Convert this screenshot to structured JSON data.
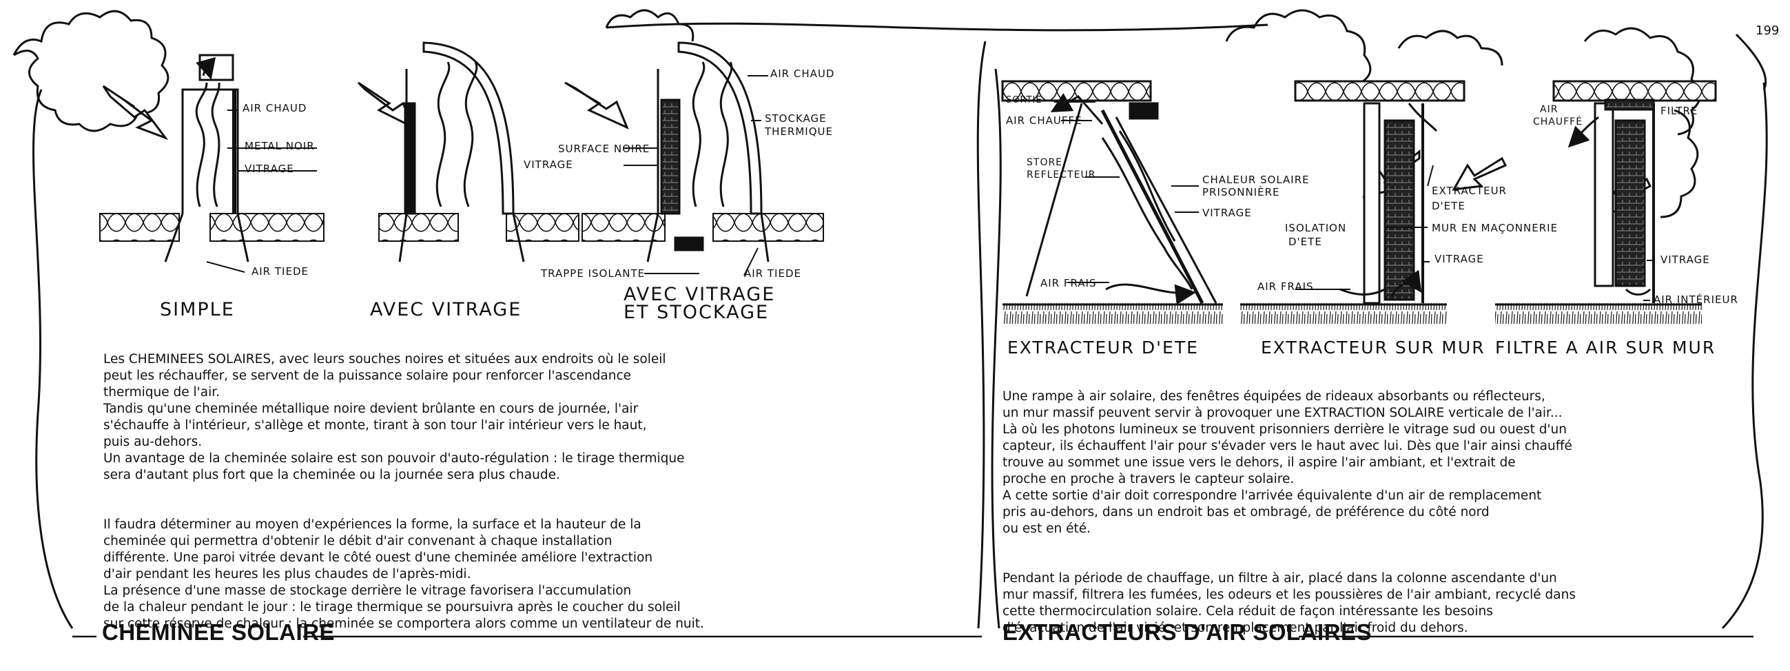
{
  "page_number": "199",
  "left": {
    "title": "CHEMINEE SOLAIRE",
    "captions": {
      "simple": "SIMPLE",
      "avec_vitrage": "AVEC VITRAGE",
      "avec_stockage_1": "AVEC VITRAGE",
      "avec_stockage_2": "ET STOCKAGE"
    },
    "labels": {
      "air_chaud_1": "AIR CHAUD",
      "metal_noir": "METAL NOIR",
      "vitrage_1": "VITRAGE",
      "air_tiede_1": "AIR TIEDE",
      "air_chaud_2": "AIR CHAUD",
      "stockage_thermique_1": "STOCKAGE",
      "stockage_thermique_2": "THERMIQUE",
      "surface_noire": "SURFACE NOIRE",
      "vitrage_2": "VITRAGE",
      "trappe_isolante": "TRAPPE ISOLANTE",
      "air_tiede_2": "AIR TIEDE"
    },
    "paragraphs": [
      "Les CHEMINEES SOLAIRES, avec leurs souches noires et situées aux endroits où le soleil\npeut les réchauffer, se servent de la puissance solaire pour renforcer l'ascendance\nthermique de l'air.\nTandis qu'une cheminée métallique noire devient brûlante en cours de journée, l'air\ns'échauffe à l'intérieur, s'allège et monte, tirant à son tour l'air intérieur vers le haut,\npuis au-dehors.\nUn avantage de la cheminée solaire est son pouvoir d'auto-régulation : le tirage thermique\nsera d'autant plus fort que la cheminée ou la journée sera plus chaude.",
      "Il faudra déterminer au moyen d'expériences la forme, la surface et la hauteur de la\ncheminée qui permettra d'obtenir le débit d'air convenant à chaque installation\ndifférente. Une paroi vitrée devant le côté ouest d'une cheminée améliore l'extraction\nd'air pendant les heures les plus chaudes de l'après-midi.\nLa présence d'une masse de stockage derrière le vitrage favorisera l'accumulation\nde la chaleur pendant le jour : le tirage thermique se poursuivra après le coucher du soleil\nsur cette réserve de chaleur ; la cheminée se comportera alors comme un ventilateur de nuit."
    ]
  },
  "right": {
    "title": "EXTRACTEURS D'AIR SOLAIRES",
    "captions": {
      "ete": "EXTRACTEUR D'ETE",
      "mur": "EXTRACTEUR SUR MUR",
      "filtre": "FILTRE A AIR SUR MUR"
    },
    "labels": {
      "sortie": "SORTIE",
      "air_chauffe_1": "AIR CHAUFFÉ",
      "store_1": "STORE",
      "store_2": "REFLECTEUR",
      "chaleur_1": "CHALEUR SOLAIRE",
      "chaleur_2": "PRISONNIÈRE",
      "vitrage_1": "VITRAGE",
      "air_frais_1": "AIR FRAIS",
      "extracteur_1": "EXTRACTEUR",
      "extracteur_2": "D'ETE",
      "isolation_1": "ISOLATION",
      "isolation_2": "D'ETE",
      "mur_maconnerie": "MUR EN MAÇONNERIE",
      "vitrage_2": "VITRAGE",
      "air_frais_2": "AIR FRAIS",
      "air_chauffe_2a": "AIR",
      "air_chauffe_2b": "CHAUFFÉ",
      "filtre": "FILTRE",
      "vitrage_3": "VITRAGE",
      "air_interieur": "AIR INTÉRIEUR"
    },
    "paragraphs": [
      "Une rampe à air solaire, des fenêtres équipées de rideaux absorbants ou réflecteurs,\nun mur massif peuvent servir à provoquer une EXTRACTION SOLAIRE verticale de l'air...\nLà où les photons lumineux se trouvent prisonniers derrière le vitrage sud ou ouest d'un\ncapteur, ils échauffent l'air pour s'évader vers le haut avec lui. Dès que l'air ainsi chauffé\ntrouve au sommet une issue vers le dehors, il aspire l'air ambiant, et l'extrait de\nproche en proche à travers le capteur solaire.\nA cette sortie d'air doit correspondre l'arrivée équivalente d'un air de remplacement\npris au-dehors, dans un endroit bas et ombragé, de préférence du côté nord\nou est en été.",
      "Pendant la période de chauffage, un filtre à air, placé dans la colonne ascendante d'un\nmur massif, filtrera les fumées, les odeurs et les poussières de l'air ambiant, recyclé dans\ncette thermocirculation solaire. Cela réduit de façon intéressante les besoins\nd'évacuation de l'air vicié, et son remplacement par l'air froid du dehors."
    ]
  }
}
